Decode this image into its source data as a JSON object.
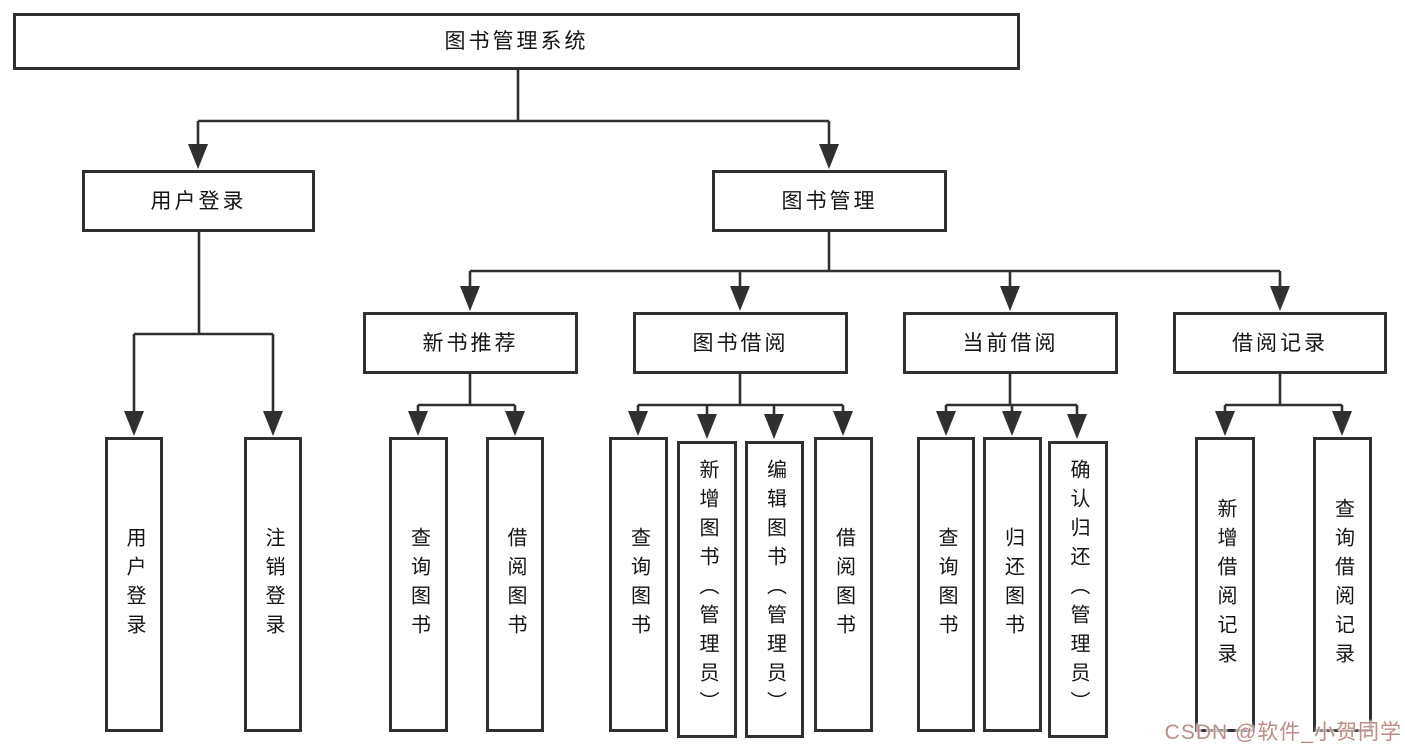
{
  "diagram": {
    "colors": {
      "line": "#303030",
      "text": "#141414",
      "background": "#ffffff",
      "watermark": "#c08a85"
    },
    "watermark": "CSDN @软件_小贺同学",
    "nodes": {
      "root": {
        "label": "图书管理系统"
      },
      "user_login": {
        "label": "用户登录"
      },
      "book_mgmt": {
        "label": "图书管理"
      },
      "new_book_rec": {
        "label": "新书推荐"
      },
      "book_borrow": {
        "label": "图书借阅"
      },
      "current_borrow": {
        "label": "当前借阅"
      },
      "borrow_record": {
        "label": "借阅记录"
      },
      "leaf_user_login": {
        "label": "用户登录"
      },
      "leaf_logout": {
        "label": "注销登录"
      },
      "leaf_query_book_1": {
        "label": "查询图书"
      },
      "leaf_borrow_book_1": {
        "label": "借阅图书"
      },
      "leaf_query_book_2": {
        "label": "查询图书"
      },
      "leaf_add_book": {
        "label": "新增图书（管理员）"
      },
      "leaf_edit_book": {
        "label": "编辑图书（管理员）"
      },
      "leaf_borrow_book_2": {
        "label": "借阅图书"
      },
      "leaf_query_book_3": {
        "label": "查询图书"
      },
      "leaf_return_book": {
        "label": "归还图书"
      },
      "leaf_confirm_return": {
        "label": "确认归还（管理员）"
      },
      "leaf_add_record": {
        "label": "新增借阅记录"
      },
      "leaf_query_record": {
        "label": "查询借阅记录"
      }
    }
  }
}
